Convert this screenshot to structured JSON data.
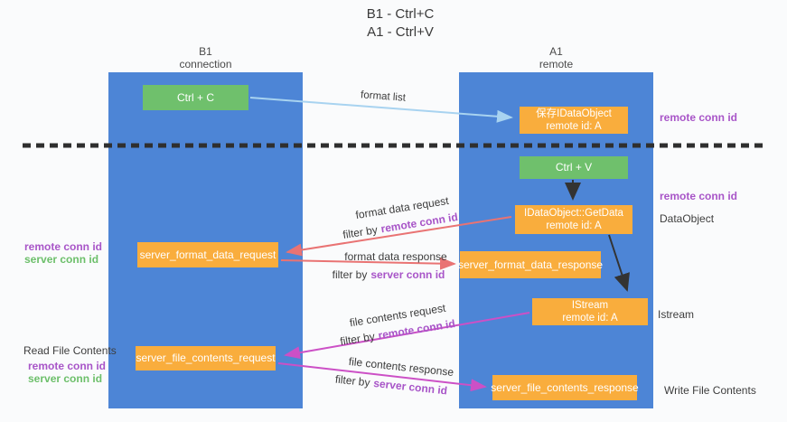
{
  "title": {
    "line1": "B1 - Ctrl+C",
    "line2": "A1 - Ctrl+V"
  },
  "columns": {
    "left": {
      "name": "B1",
      "role": "connection"
    },
    "right": {
      "name": "A1",
      "role": "remote"
    }
  },
  "boxes": {
    "ctrl_c": {
      "label": "Ctrl + C"
    },
    "ctrl_v": {
      "label": "Ctrl + V"
    },
    "save_idataobject": {
      "line1": "保存IDataObject",
      "line2": "remote id: A"
    },
    "getdata": {
      "line1": "IDataObject::GetData",
      "line2": "remote id: A"
    },
    "istream": {
      "line1": "IStream",
      "line2": "remote id: A"
    },
    "server_format_data_request": {
      "label": "server_format_data_request"
    },
    "server_format_data_response": {
      "label": "server_format_data_response"
    },
    "server_file_contents_request": {
      "label": "server_file_contents_request"
    },
    "server_file_contents_response": {
      "label": "server_file_contents_response"
    }
  },
  "arrow_labels": {
    "format_list": "format list",
    "format_data_request": "format data request",
    "format_data_response": "format data response",
    "file_contents_request": "file contents request",
    "file_contents_response": "file contents response",
    "filter_by": "filter by"
  },
  "side_labels": {
    "remote_conn_id": "remote conn id",
    "server_conn_id": "server conn id",
    "dataobject": "DataObject",
    "istream": "Istream",
    "read_file_contents": "Read File Contents",
    "write_file_contents": "Write File Contents"
  },
  "colors": {
    "lifeline_blue": "#4d85d6",
    "action_green": "#6fc06c",
    "message_orange": "#f9ad3d",
    "remote_conn_purple": "#a855c8",
    "server_conn_green": "#6cbf6a",
    "request_arrow_salmon": "#e97373",
    "file_arrow_magenta": "#cc50c6",
    "format_list_blue": "#a8d3f0",
    "black_arrow": "#333333",
    "dashed_separator": "#2f2f2f"
  }
}
